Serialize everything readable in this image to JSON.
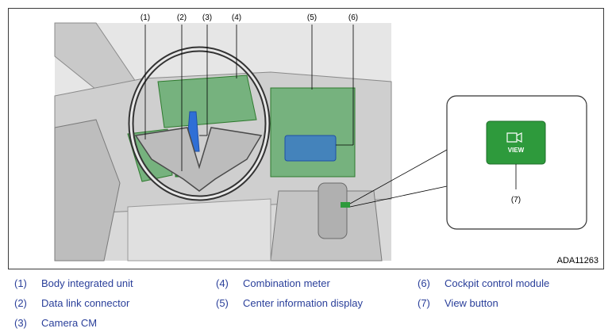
{
  "figure": {
    "id": "ADA11263",
    "callouts": [
      "(1)",
      "(2)",
      "(3)",
      "(4)",
      "(5)",
      "(6)",
      "(7)"
    ],
    "view_button_text": "VIEW"
  },
  "legend": [
    {
      "num": "(1)",
      "label": "Body integrated unit"
    },
    {
      "num": "(2)",
      "label": "Data link connector"
    },
    {
      "num": "(3)",
      "label": "Camera CM"
    },
    {
      "num": "(4)",
      "label": "Combination meter"
    },
    {
      "num": "(5)",
      "label": "Center information display"
    },
    {
      "num": "(6)",
      "label": "Cockpit control module"
    },
    {
      "num": "(7)",
      "label": "View button"
    }
  ],
  "colors": {
    "highlight_green": "#2e9a3c",
    "highlight_blue": "#2f6fd6",
    "legend_text": "#2a3f9a",
    "line_gray": "#6a6a6a"
  }
}
